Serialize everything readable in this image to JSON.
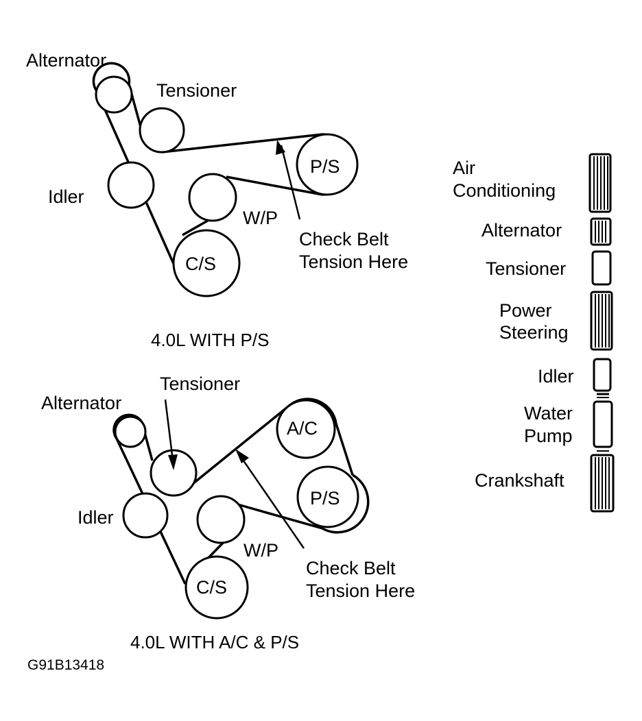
{
  "diagram1": {
    "caption": "4.0L WITH P/S",
    "labels": {
      "alternator": "Alternator",
      "tensioner": "Tensioner",
      "idler": "Idler",
      "ps": "P/S",
      "wp": "W/P",
      "cs": "C/S",
      "check_line1": "Check Belt",
      "check_line2": "Tension Here"
    }
  },
  "diagram2": {
    "caption": "4.0L WITH A/C & P/S",
    "labels": {
      "alternator": "Alternator",
      "tensioner": "Tensioner",
      "idler": "Idler",
      "ac": "A/C",
      "ps": "P/S",
      "wp": "W/P",
      "cs": "C/S",
      "check_line1": "Check Belt",
      "check_line2": "Tension Here"
    }
  },
  "pulley_legend": {
    "items": [
      {
        "line1": "Air",
        "line2": "Conditioning",
        "style": "ribbed"
      },
      {
        "line1": "Alternator",
        "line2": "",
        "style": "ribbed"
      },
      {
        "line1": "Tensioner",
        "line2": "",
        "style": "smooth"
      },
      {
        "line1": "Power",
        "line2": "Steering",
        "style": "ribbed"
      },
      {
        "line1": "Idler",
        "line2": "",
        "style": "smooth"
      },
      {
        "line1": "Water",
        "line2": "Pump",
        "style": "smooth"
      },
      {
        "line1": "Crankshaft",
        "line2": "",
        "style": "ribbed"
      }
    ]
  },
  "reference_code": "G91B13418"
}
